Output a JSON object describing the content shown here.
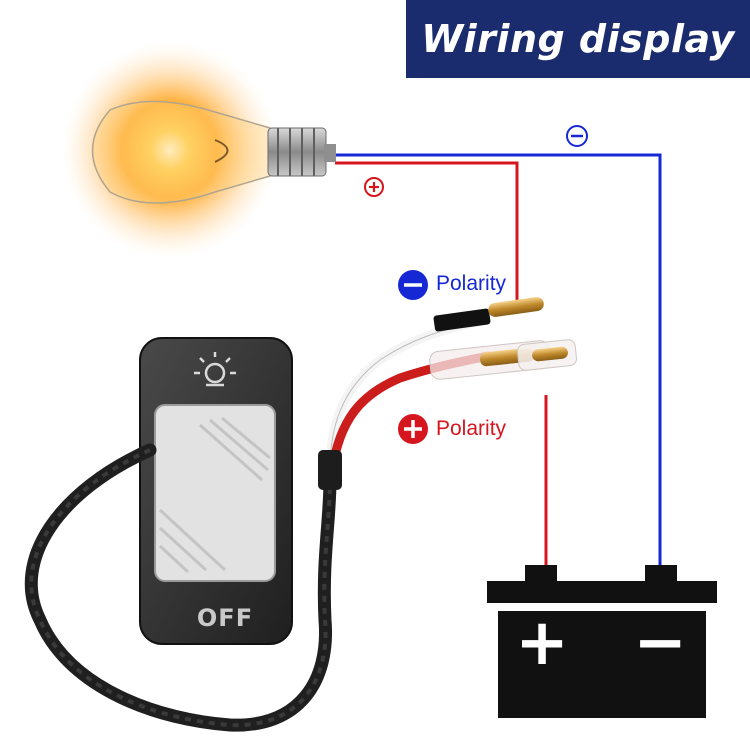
{
  "title": "Wiring display",
  "labels": {
    "negative_polarity": "Polarity",
    "positive_polarity": "Polarity",
    "switch_off": "OFF"
  },
  "symbols": {
    "plus": "+",
    "minus": "−"
  },
  "colors": {
    "banner": "#1b2c6e",
    "positive_wire": "#d6161e",
    "negative_wire": "#1528d4",
    "battery": "#111111",
    "bulb_glow": "#ffa31a"
  },
  "icons": [
    "light-bulb",
    "rocker-switch",
    "light-icon",
    "battery",
    "bullet-connector"
  ]
}
